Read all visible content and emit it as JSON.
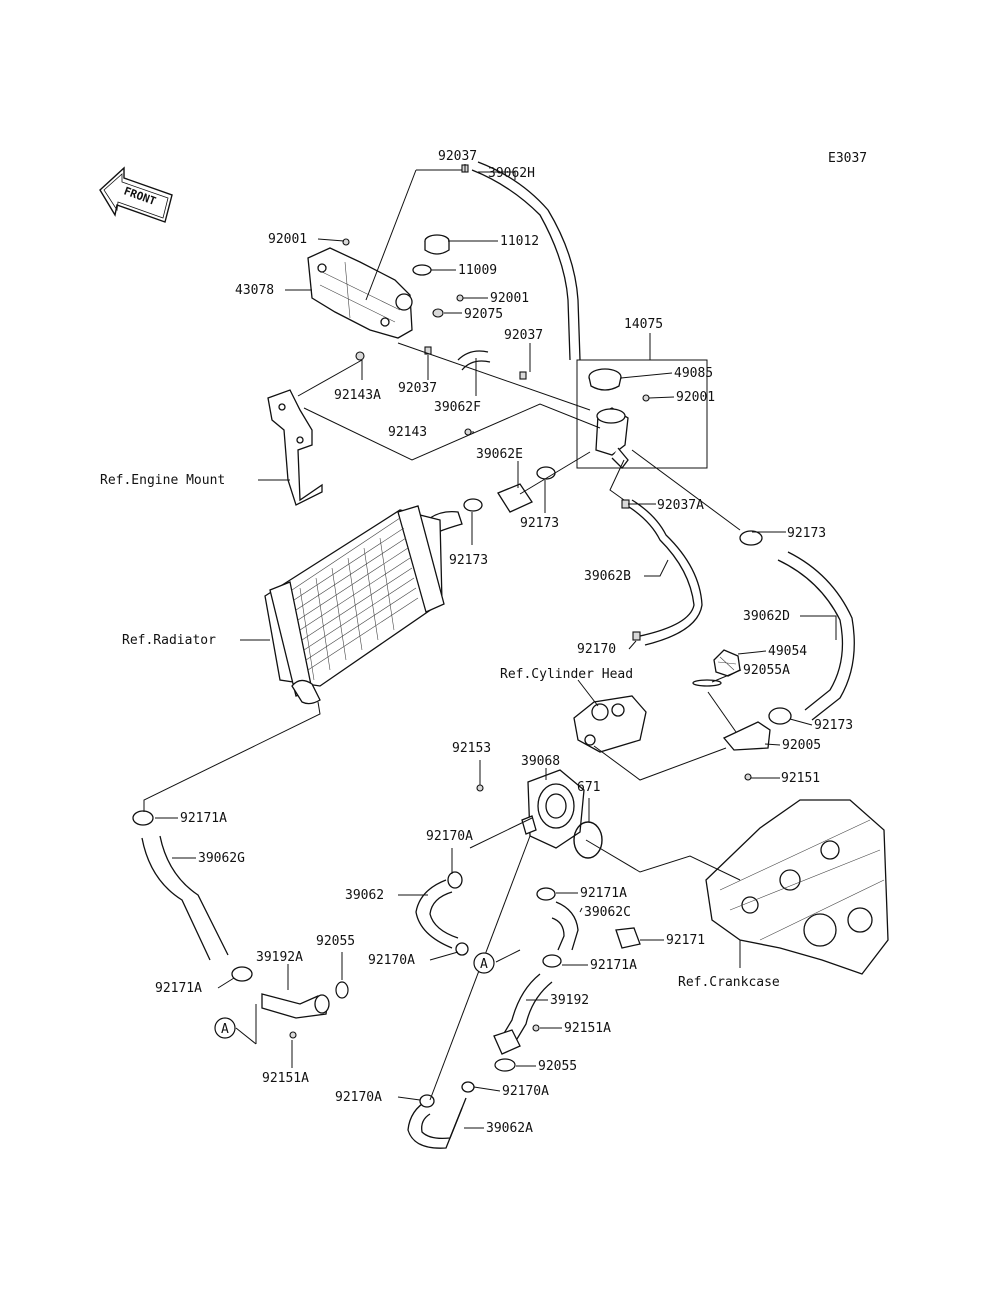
{
  "diagram_code": "E3037",
  "front_label": "FRONT",
  "parts": {
    "p92037_top": "92037",
    "p39062H": "39062H",
    "p92001_a": "92001",
    "p11012": "11012",
    "p11009": "11009",
    "p43078": "43078",
    "p92001_b": "92001",
    "p92075": "92075",
    "p92037_mid": "92037",
    "p14075": "14075",
    "p49085": "49085",
    "p92143A": "92143A",
    "p92037_low": "92037",
    "p39062F": "39062F",
    "p92001_c": "92001",
    "p92143": "92143",
    "p39062E": "39062E",
    "p92173_a": "92173",
    "p92173_b": "92173",
    "p92037A": "92037A",
    "p92173_c": "92173",
    "p39062B": "39062B",
    "p39062D": "39062D",
    "p92170": "92170",
    "p49054": "49054",
    "p92055A": "92055A",
    "p92173_d": "92173",
    "p92005": "92005",
    "p92151": "92151",
    "p92153": "92153",
    "p39068": "39068",
    "p671": "671",
    "p92171A_a": "92171A",
    "p39062G": "39062G",
    "p92170A_a": "92170A",
    "p39062": "39062",
    "p92171A_b": "92171A",
    "p39062C": "39062C",
    "p92171": "92171",
    "p92170A_b": "92170A",
    "p92171A_c": "92171A",
    "p92055_a": "92055",
    "p39192A": "39192A",
    "p92171A_d": "92171A",
    "p39192": "39192",
    "p92151A_a": "92151A",
    "p92151A_b": "92151A",
    "p92055_b": "92055",
    "p92170A_c": "92170A",
    "p92170A_d": "92170A",
    "p39062A": "39062A"
  },
  "refs": {
    "engine_mount": "Ref.Engine Mount",
    "radiator": "Ref.Radiator",
    "cylinder_head": "Ref.Cylinder Head",
    "crankcase": "Ref.Crankcase"
  },
  "markers": {
    "a_left": "A",
    "a_right": "A"
  }
}
